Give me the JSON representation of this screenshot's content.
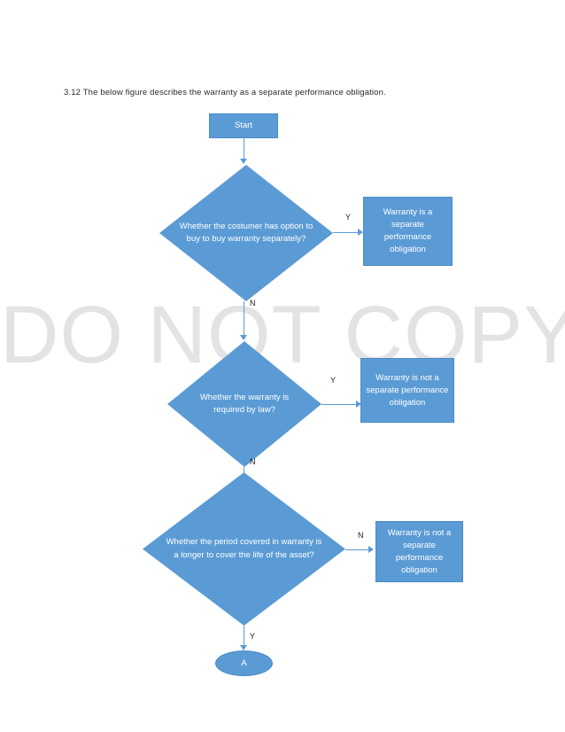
{
  "page": {
    "caption": "3.12 The below figure describes the warranty as a separate performance obligation.",
    "watermark": "DO NOT COPY",
    "accent_color": "#5B9BD5",
    "border_color": "#4A8AC4",
    "watermark_color": "#E3E3E3",
    "text_on_shape_color": "#FFFFFF",
    "background_color": "#FFFFFF"
  },
  "flowchart": {
    "type": "decision-flowchart",
    "nodes": {
      "start": {
        "shape": "rectangle",
        "label": "Start"
      },
      "decision1": {
        "shape": "diamond",
        "label": "Whether the costumer has option to buy to buy warranty separately?"
      },
      "decision2": {
        "shape": "diamond",
        "label": "Whether the warranty is required by law?"
      },
      "decision3": {
        "shape": "diamond",
        "label": "Whether the period covered in warranty is a longer to cover the life of the asset?"
      },
      "outcome1": {
        "shape": "rectangle",
        "label": "Warranty is a separate performance obligation"
      },
      "outcome2": {
        "shape": "rectangle",
        "label": "Warranty is not a separate performance obligation"
      },
      "outcome3": {
        "shape": "rectangle",
        "label": "Warranty is not a separate performance obligation"
      },
      "connector_a": {
        "shape": "ellipse",
        "label": "A"
      }
    },
    "edges": [
      {
        "from": "start",
        "to": "decision1",
        "label": ""
      },
      {
        "from": "decision1",
        "to": "outcome1",
        "label": "Y"
      },
      {
        "from": "decision1",
        "to": "decision2",
        "label": "N"
      },
      {
        "from": "decision2",
        "to": "outcome2",
        "label": "Y"
      },
      {
        "from": "decision2",
        "to": "decision3",
        "label": "N"
      },
      {
        "from": "decision3",
        "to": "outcome3",
        "label": "N"
      },
      {
        "from": "decision3",
        "to": "connector_a",
        "label": "Y"
      }
    ]
  }
}
